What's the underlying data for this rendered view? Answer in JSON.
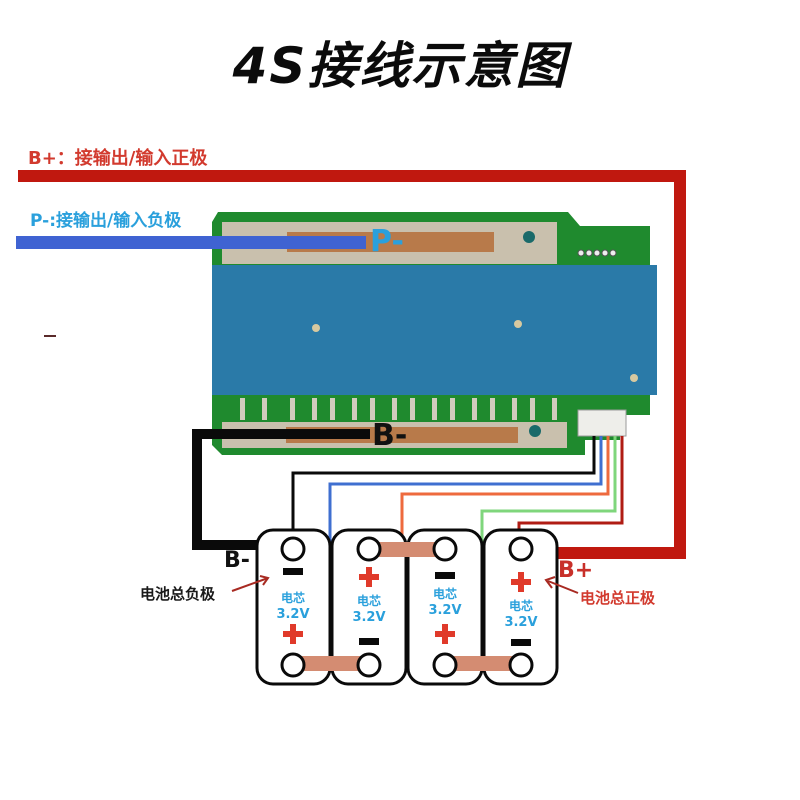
{
  "title": "4S接线示意图",
  "wires": {
    "b_plus_label": "B+：接输出/输入正极",
    "p_minus_label": "P-:接输出/输入负极",
    "b_plus_color": "#c0180f",
    "p_minus_color": "#3f63d2",
    "b_minus_color": "#0a0a0a",
    "balance_colors": [
      "#0a0a0a",
      "#3f6fd0",
      "#ee6a3e",
      "#7fd67c",
      "#b01c14"
    ]
  },
  "board": {
    "p_minus_pad_label": "P-",
    "b_minus_pad_label": "B-",
    "pcb_color": "#1f8a2e",
    "heatsink_color": "#2a7aa8",
    "copper_color": "#b87a4a"
  },
  "cells": [
    {
      "name": "电芯",
      "voltage": "3.2V",
      "top_polarity": "-",
      "bottom_polarity": "+"
    },
    {
      "name": "电芯",
      "voltage": "3.2V",
      "top_polarity": "+",
      "bottom_polarity": "-"
    },
    {
      "name": "电芯",
      "voltage": "3.2V",
      "top_polarity": "-",
      "bottom_polarity": "+"
    },
    {
      "name": "电芯",
      "voltage": "3.2V",
      "top_polarity": "+",
      "bottom_polarity": "-"
    }
  ],
  "annotations": {
    "b_minus": "B-",
    "b_plus": "B+",
    "total_negative": "电池总负极",
    "total_positive": "电池总正极"
  }
}
